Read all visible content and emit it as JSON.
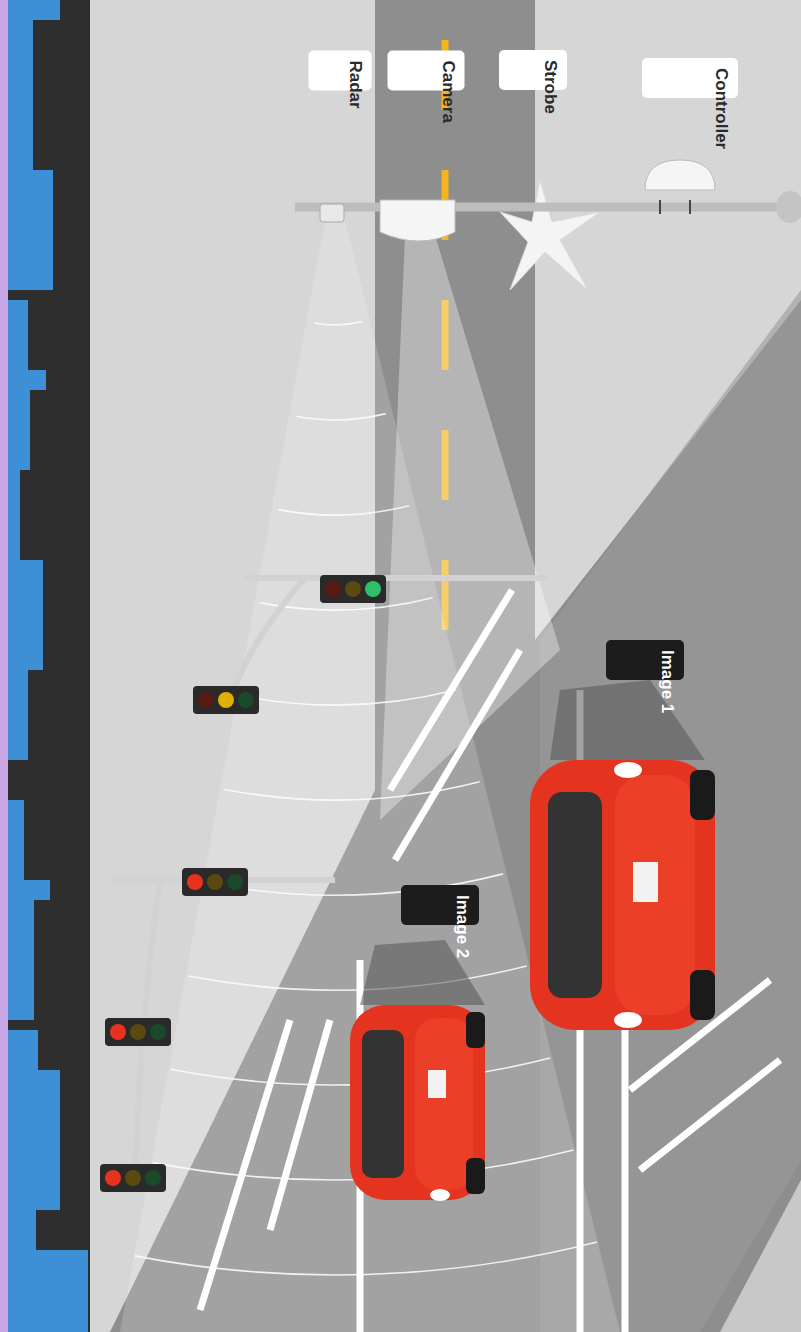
{
  "diagram": {
    "nodes": [
      {
        "text": [
          "Radar"
        ]
      },
      {
        "text": [
          "Camera"
        ]
      },
      {
        "text": [
          "Strobe"
        ]
      },
      {
        "text": [
          "Controller"
        ]
      },
      {
        "text": [
          "Image 1"
        ]
      },
      {
        "text": [
          "Image 2"
        ]
      }
    ]
  }
}
